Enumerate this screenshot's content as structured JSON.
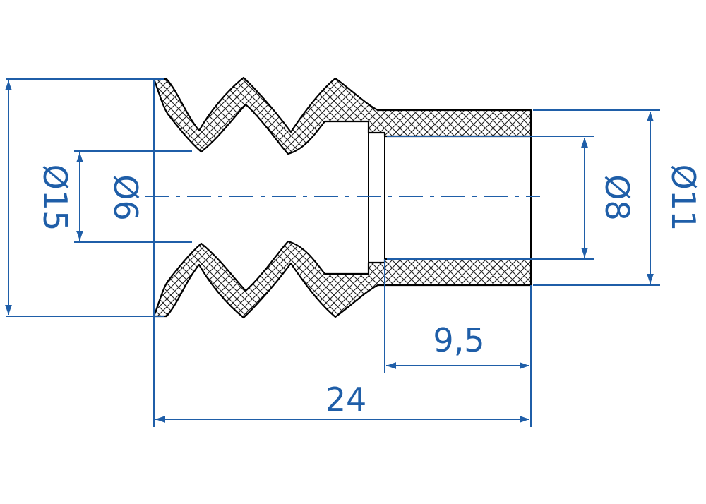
{
  "colors": {
    "dimension": "#1f5ea8",
    "outline": "#000000",
    "hatch": "#222222",
    "background": "#ffffff"
  },
  "dimensions": {
    "outer_diameter": "Ø15",
    "inner_diameter": "Ø6",
    "sleeve_inner_diameter": "Ø8",
    "sleeve_outer_diameter": "Ø11",
    "sleeve_length": "9,5",
    "total_length": "24"
  }
}
